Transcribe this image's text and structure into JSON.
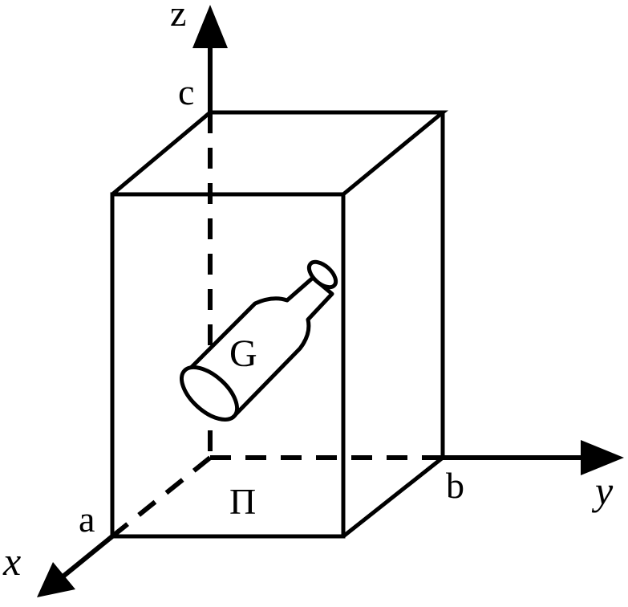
{
  "figure": {
    "axes": {
      "z_label": "z",
      "y_label": "y",
      "x_label": "x"
    },
    "points": {
      "a": "a",
      "b": "b",
      "c": "c"
    },
    "object_label": "G",
    "base_label": "Π",
    "colors": {
      "stroke": "#000000",
      "background": "#ffffff"
    }
  }
}
